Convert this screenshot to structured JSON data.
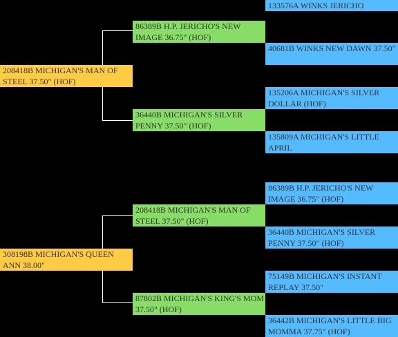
{
  "pedigrees": [
    {
      "root": {
        "label": "208418B MICHIGAN'S MAN OF STEEL 37.50\" (HOF)"
      },
      "parents": [
        {
          "label": "86389B H.P. JERICHO'S NEW IMAGE 36.75\" (HOF)",
          "children": [
            {
              "label": "133576A WINKS JERICHO"
            },
            {
              "label": "40681B WINKS NEW DAWN 37.50\""
            }
          ]
        },
        {
          "label": "36440B MICHIGAN'S SILVER PENNY 37.50\" (HOF)",
          "children": [
            {
              "label": "135206A MICHIGAN'S SILVER DOLLAR (HOF)"
            },
            {
              "label": "135809A MICHIGAN'S LITTLE APRIL"
            }
          ]
        }
      ]
    },
    {
      "root": {
        "label": "308198B MICHIGAN'S QUEEN ANN 38.00\""
      },
      "parents": [
        {
          "label": "208418B MICHIGAN'S MAN OF STEEL 37.50\" (HOF)",
          "children": [
            {
              "label": "86389B H.P. JERICHO'S NEW IMAGE 36.75\" (HOF)"
            },
            {
              "label": "36440B MICHIGAN'S SILVER PENNY 37.50\" (HOF)"
            }
          ]
        },
        {
          "label": "87802B MICHIGAN'S KING'S MOM 37.50\" (HOF)",
          "children": [
            {
              "label": "75149B MICHIGAN'S INSTANT REPLAY 37.50\""
            },
            {
              "label": "36442B MICHIGAN'S LITTLE BIG MOMMA 37.75\" (HOF)"
            }
          ]
        }
      ]
    }
  ],
  "colors": {
    "background": "#000000",
    "generation1": "#ffcc44",
    "generation2": "#88dd66",
    "generation3": "#55bbff",
    "text": "#333333",
    "connector": "#ffffff"
  }
}
